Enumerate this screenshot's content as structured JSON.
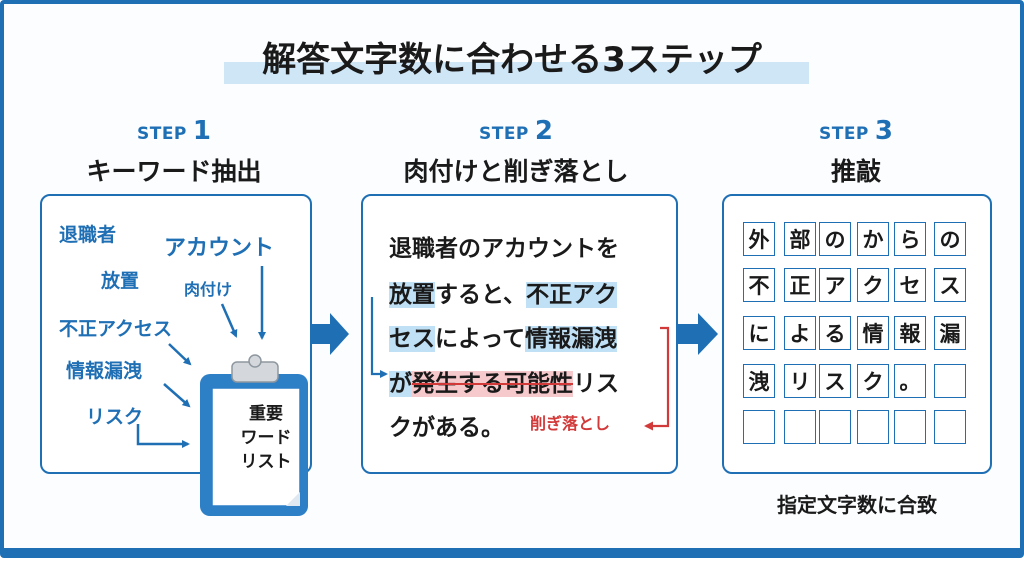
{
  "title": "解答文字数に合わせる3ステップ",
  "steps": [
    {
      "label": "STEP",
      "number": "1",
      "name": "キーワード抽出"
    },
    {
      "label": "STEP",
      "number": "2",
      "name": "肉付けと削ぎ落とし"
    },
    {
      "label": "STEP",
      "number": "3",
      "name": "推敲"
    }
  ],
  "step1": {
    "keywords": [
      "退職者",
      "アカウント",
      "放置",
      "肉付け",
      "不正アクセス",
      "情報漏洩",
      "リスク"
    ],
    "clipboard": [
      "重要",
      "ワード",
      "リスト"
    ]
  },
  "step2": {
    "lines": [
      [
        "退職者のアカウントを"
      ],
      [
        "放置",
        "すると、",
        "不正アク"
      ],
      [
        "セス",
        "によって",
        "情報漏洩"
      ],
      [
        "が",
        "発生する可能性",
        "リス"
      ],
      [
        "クがある。"
      ]
    ],
    "cut_label": "削ぎ落とし"
  },
  "step3": {
    "grid_rows": [
      [
        "外",
        "部",
        "の",
        "か",
        "ら",
        "の"
      ],
      [
        "不",
        "正",
        "ア",
        "ク",
        "セ",
        "ス"
      ],
      [
        "に",
        "よ",
        "る",
        "情",
        "報",
        "漏"
      ],
      [
        "洩",
        "リ",
        "ス",
        "ク",
        "。",
        ""
      ],
      [
        "",
        "",
        "",
        "",
        "",
        ""
      ]
    ],
    "caption": "指定文字数に合致"
  },
  "colors": {
    "accent": "#1f6fb5",
    "highlight": "#bfe0f5",
    "cut": "#d23a3a"
  }
}
